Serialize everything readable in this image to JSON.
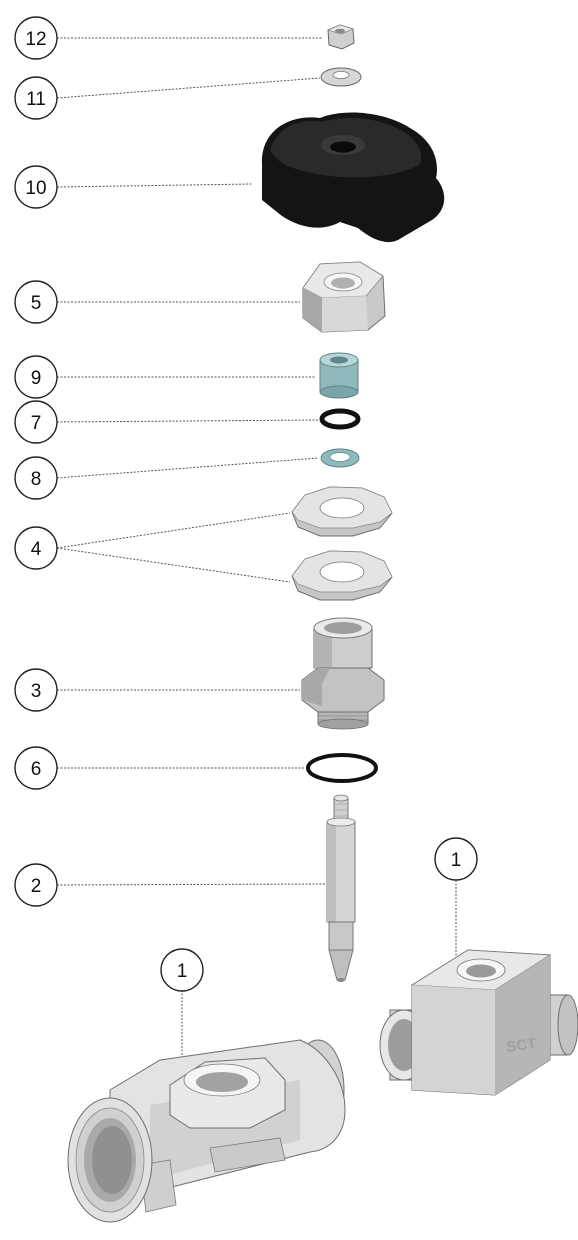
{
  "callouts": {
    "c12": "12",
    "c11": "11",
    "c10": "10",
    "c5": "5",
    "c9": "9",
    "c7": "7",
    "c8": "8",
    "c4": "4",
    "c3": "3",
    "c6": "6",
    "c2": "2",
    "c1_right": "1",
    "c1_left": "1"
  },
  "body_marking": "SCT",
  "colors": {
    "metal_light": "#e6e6e6",
    "metal_mid": "#c9c9c9",
    "metal_dark": "#9a9a9a",
    "handle": "#141414",
    "seal_teal": "#8fb9bb",
    "oring": "#111111",
    "pvc_body": "#e4e4e4"
  }
}
